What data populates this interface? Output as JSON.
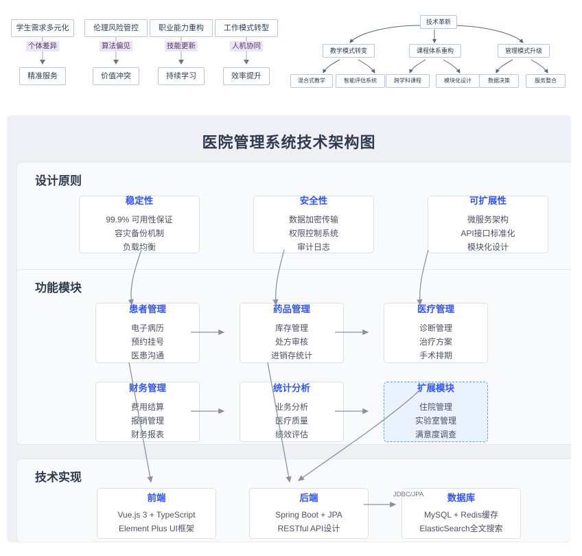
{
  "top_flows": [
    {
      "source": "学生需求多元化",
      "edge": "个体差异",
      "target": "精准服务"
    },
    {
      "source": "伦理风险管控",
      "edge": "算法偏见",
      "target": "价值冲突"
    },
    {
      "source": "职业能力重构",
      "edge": "技能更新",
      "target": "持续学习"
    },
    {
      "source": "工作模式转型",
      "edge": "人机协同",
      "target": "效率提升"
    }
  ],
  "top_tree": {
    "root": "技术革新",
    "branches": [
      {
        "label": "教学模式转变",
        "children": [
          "混合式教学",
          "智能评估系统"
        ]
      },
      {
        "label": "课程体系重构",
        "children": [
          "跨学科课程",
          "模块化设计"
        ]
      },
      {
        "label": "管理模式升级",
        "children": [
          "数据决策",
          "服务整合"
        ]
      }
    ]
  },
  "architecture": {
    "title": "医院管理系统技术架构图",
    "sections": [
      {
        "id": "principles",
        "title": "设计原则",
        "boxes": [
          {
            "title": "稳定性",
            "lines": [
              "99.9% 可用性保证",
              "容灾备份机制",
              "负载均衡"
            ]
          },
          {
            "title": "安全性",
            "lines": [
              "数据加密传输",
              "权限控制系统",
              "审计日志"
            ]
          },
          {
            "title": "可扩展性",
            "lines": [
              "微服务架构",
              "API接口标准化",
              "模块化设计"
            ]
          }
        ]
      },
      {
        "id": "modules",
        "title": "功能模块",
        "boxes": [
          {
            "title": "患者管理",
            "lines": [
              "电子病历",
              "预约挂号",
              "医患沟通"
            ],
            "style": "solid"
          },
          {
            "title": "药品管理",
            "lines": [
              "库存管理",
              "处方审核",
              "进销存统计"
            ],
            "style": "solid"
          },
          {
            "title": "医疗管理",
            "lines": [
              "诊断管理",
              "治疗方案",
              "手术排期"
            ],
            "style": "solid"
          },
          {
            "title": "财务管理",
            "lines": [
              "费用结算",
              "报销管理",
              "财务报表"
            ],
            "style": "solid"
          },
          {
            "title": "统计分析",
            "lines": [
              "业务分析",
              "医疗质量",
              "绩效评估"
            ],
            "style": "solid"
          },
          {
            "title": "扩展模块",
            "lines": [
              "住院管理",
              "实验室管理",
              "满意度调查"
            ],
            "style": "dashed"
          }
        ]
      },
      {
        "id": "tech",
        "title": "技术实现",
        "boxes": [
          {
            "title": "前端",
            "lines": [
              "Vue.js 3 + TypeScript",
              "Element Plus UI框架"
            ]
          },
          {
            "title": "后端",
            "lines": [
              "Spring Boot + JPA",
              "RESTful API设计"
            ]
          },
          {
            "title": "数据库",
            "lines": [
              "MySQL + Redis缓存",
              "ElasticSearch全文搜索"
            ]
          }
        ]
      }
    ],
    "edge_labels": [
      {
        "text": "JDBC/JPA"
      }
    ]
  },
  "colors": {
    "accent_blue": "#2f54ff",
    "card_bg": "#eef0f5",
    "section_bg": "#f9fafb",
    "node_border": "#b3c5e8",
    "edge_label_bg": "#ece3f5",
    "dashed_border": "#5b9bf8",
    "dashed_fill": "#eaf2fe",
    "arrow": "#6b7280"
  }
}
